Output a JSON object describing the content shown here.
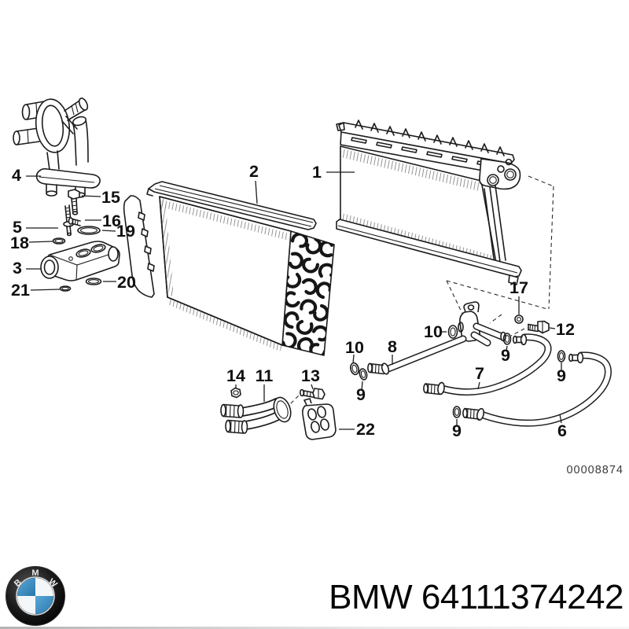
{
  "diagram": {
    "code": "00008874",
    "callouts": {
      "c1": "1",
      "c2": "2",
      "c3": "3",
      "c4": "4",
      "c5": "5",
      "c6": "6",
      "c7": "7",
      "c8": "8",
      "c9a": "9",
      "c9b": "9",
      "c9c": "9",
      "c9d": "9",
      "c10a": "10",
      "c10b": "10",
      "c11": "11",
      "c12": "12",
      "c13": "13",
      "c14": "14",
      "c15": "15",
      "c16": "16",
      "c17": "17",
      "c18": "18",
      "c19": "19",
      "c20": "20",
      "c21": "21",
      "c22": "22"
    }
  },
  "footer": {
    "title": "BMW 64111374242",
    "logo_letters": [
      "B",
      "M",
      "W"
    ]
  },
  "colors": {
    "line": "#1c1c1c",
    "callout_text": "#101010",
    "code_text": "#3a3a3a",
    "bmw_blue": "#3d8ec9",
    "logo_black": "#0b0b0b"
  }
}
